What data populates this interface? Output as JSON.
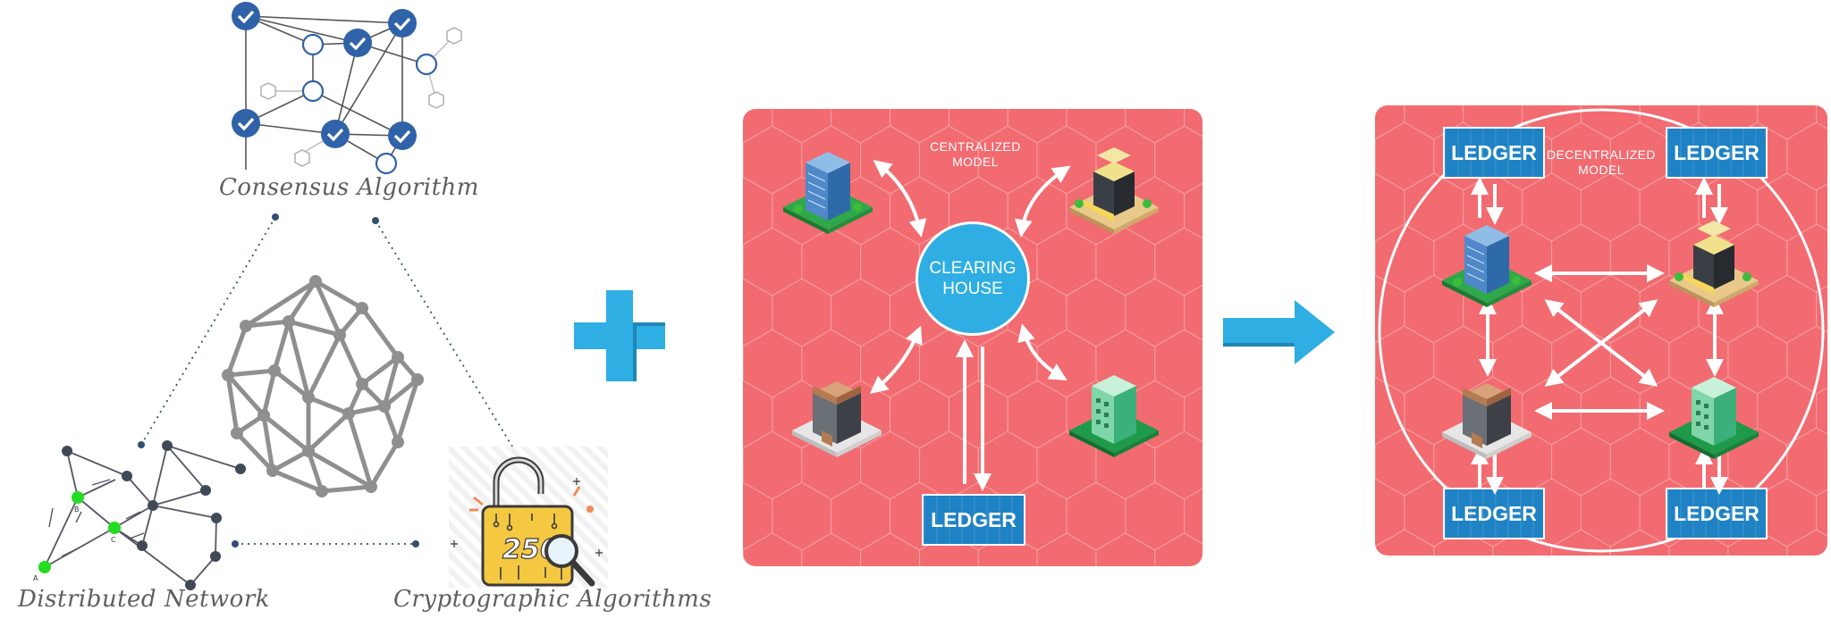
{
  "left_diagram": {
    "consensus_caption": "Consensus Algorithm",
    "network_caption": "Distributed Network",
    "crypto_caption": "Cryptographic Algorithms",
    "lock_number": "256",
    "network_node_labels": [
      "A",
      "B",
      "C"
    ]
  },
  "centralized": {
    "label_line1": "CENTRALIZED",
    "label_line2": "MODEL",
    "clearing_line1": "CLEARING",
    "clearing_line2": "HOUSE",
    "ledger": "LEDGER"
  },
  "decentralized": {
    "label_line1": "DECENTRALIZED",
    "label_line2": "MODEL",
    "ledgers": [
      "LEDGER",
      "LEDGER",
      "LEDGER",
      "LEDGER"
    ]
  },
  "colors": {
    "panel": "#f26b70",
    "accent_blue": "#2eaee3",
    "ledger_blue": "#1e82c4",
    "check_node": "#2f62a8",
    "caption_gray": "#5f5f5f"
  }
}
